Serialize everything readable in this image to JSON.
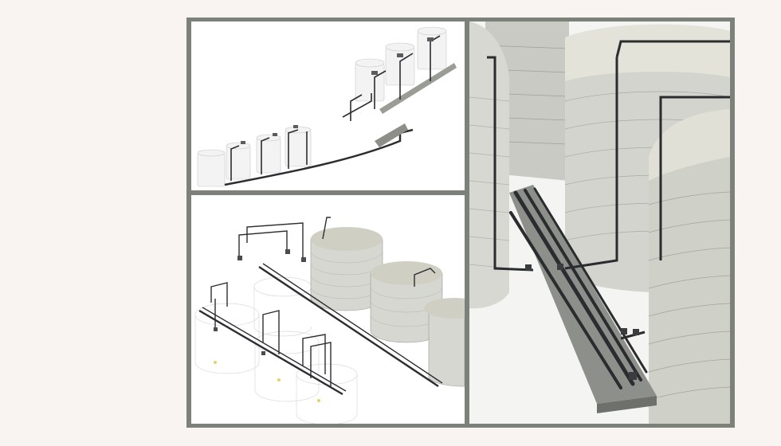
{
  "figure": {
    "panels": [
      {
        "id": "overview",
        "content": "pipeline-overview-render"
      },
      {
        "id": "isometric",
        "content": "tank-farm-isometric-render"
      },
      {
        "id": "closeup",
        "content": "pipe-trench-closeup-render"
      }
    ],
    "colors": {
      "background": "#f9f4f1",
      "frame": "#7c817a",
      "tank_body": "#d9dad4",
      "tank_top": "#dcdcd0",
      "pipe": "#2a2c30",
      "trench": "#8a8d86"
    }
  }
}
